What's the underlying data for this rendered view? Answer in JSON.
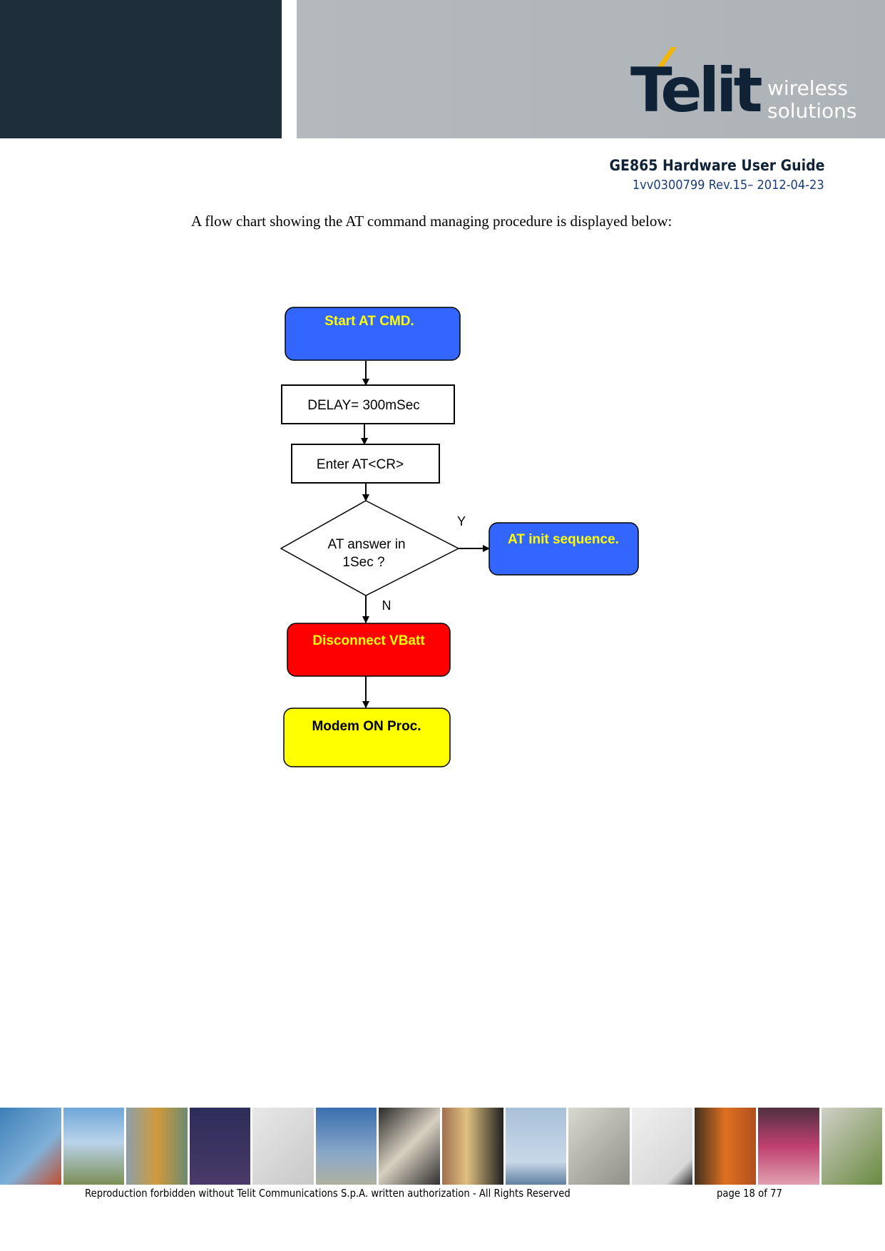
{
  "header": {
    "logo_text": "Telit",
    "logo_tagline": "wireless solutions",
    "doc_title": "GE865 Hardware User Guide",
    "doc_revision": "1vv0300799 Rev.15– 2012-04-23"
  },
  "body": {
    "intro": "A flow chart showing the AT command managing procedure is displayed below:"
  },
  "flowchart": {
    "start": "Start AT CMD.",
    "delay": "DELAY= 300mSec",
    "enter": "Enter AT<CR>",
    "decision_line1": "AT answer in",
    "decision_line2": "1Sec ?",
    "yes_label": "Y",
    "no_label": "N",
    "init": "AT init sequence.",
    "disconnect": "Disconnect VBatt",
    "modem_on": "Modem ON Proc.",
    "colors": {
      "blue": "#3366ff",
      "red": "#ff0000",
      "yellow": "#ffff00",
      "label_yellow": "#ffff00"
    }
  },
  "footer": {
    "notice": "Reproduction forbidden without Telit Communications S.p.A. written authorization - All Rights Reserved",
    "page": "page 18 of 77"
  }
}
